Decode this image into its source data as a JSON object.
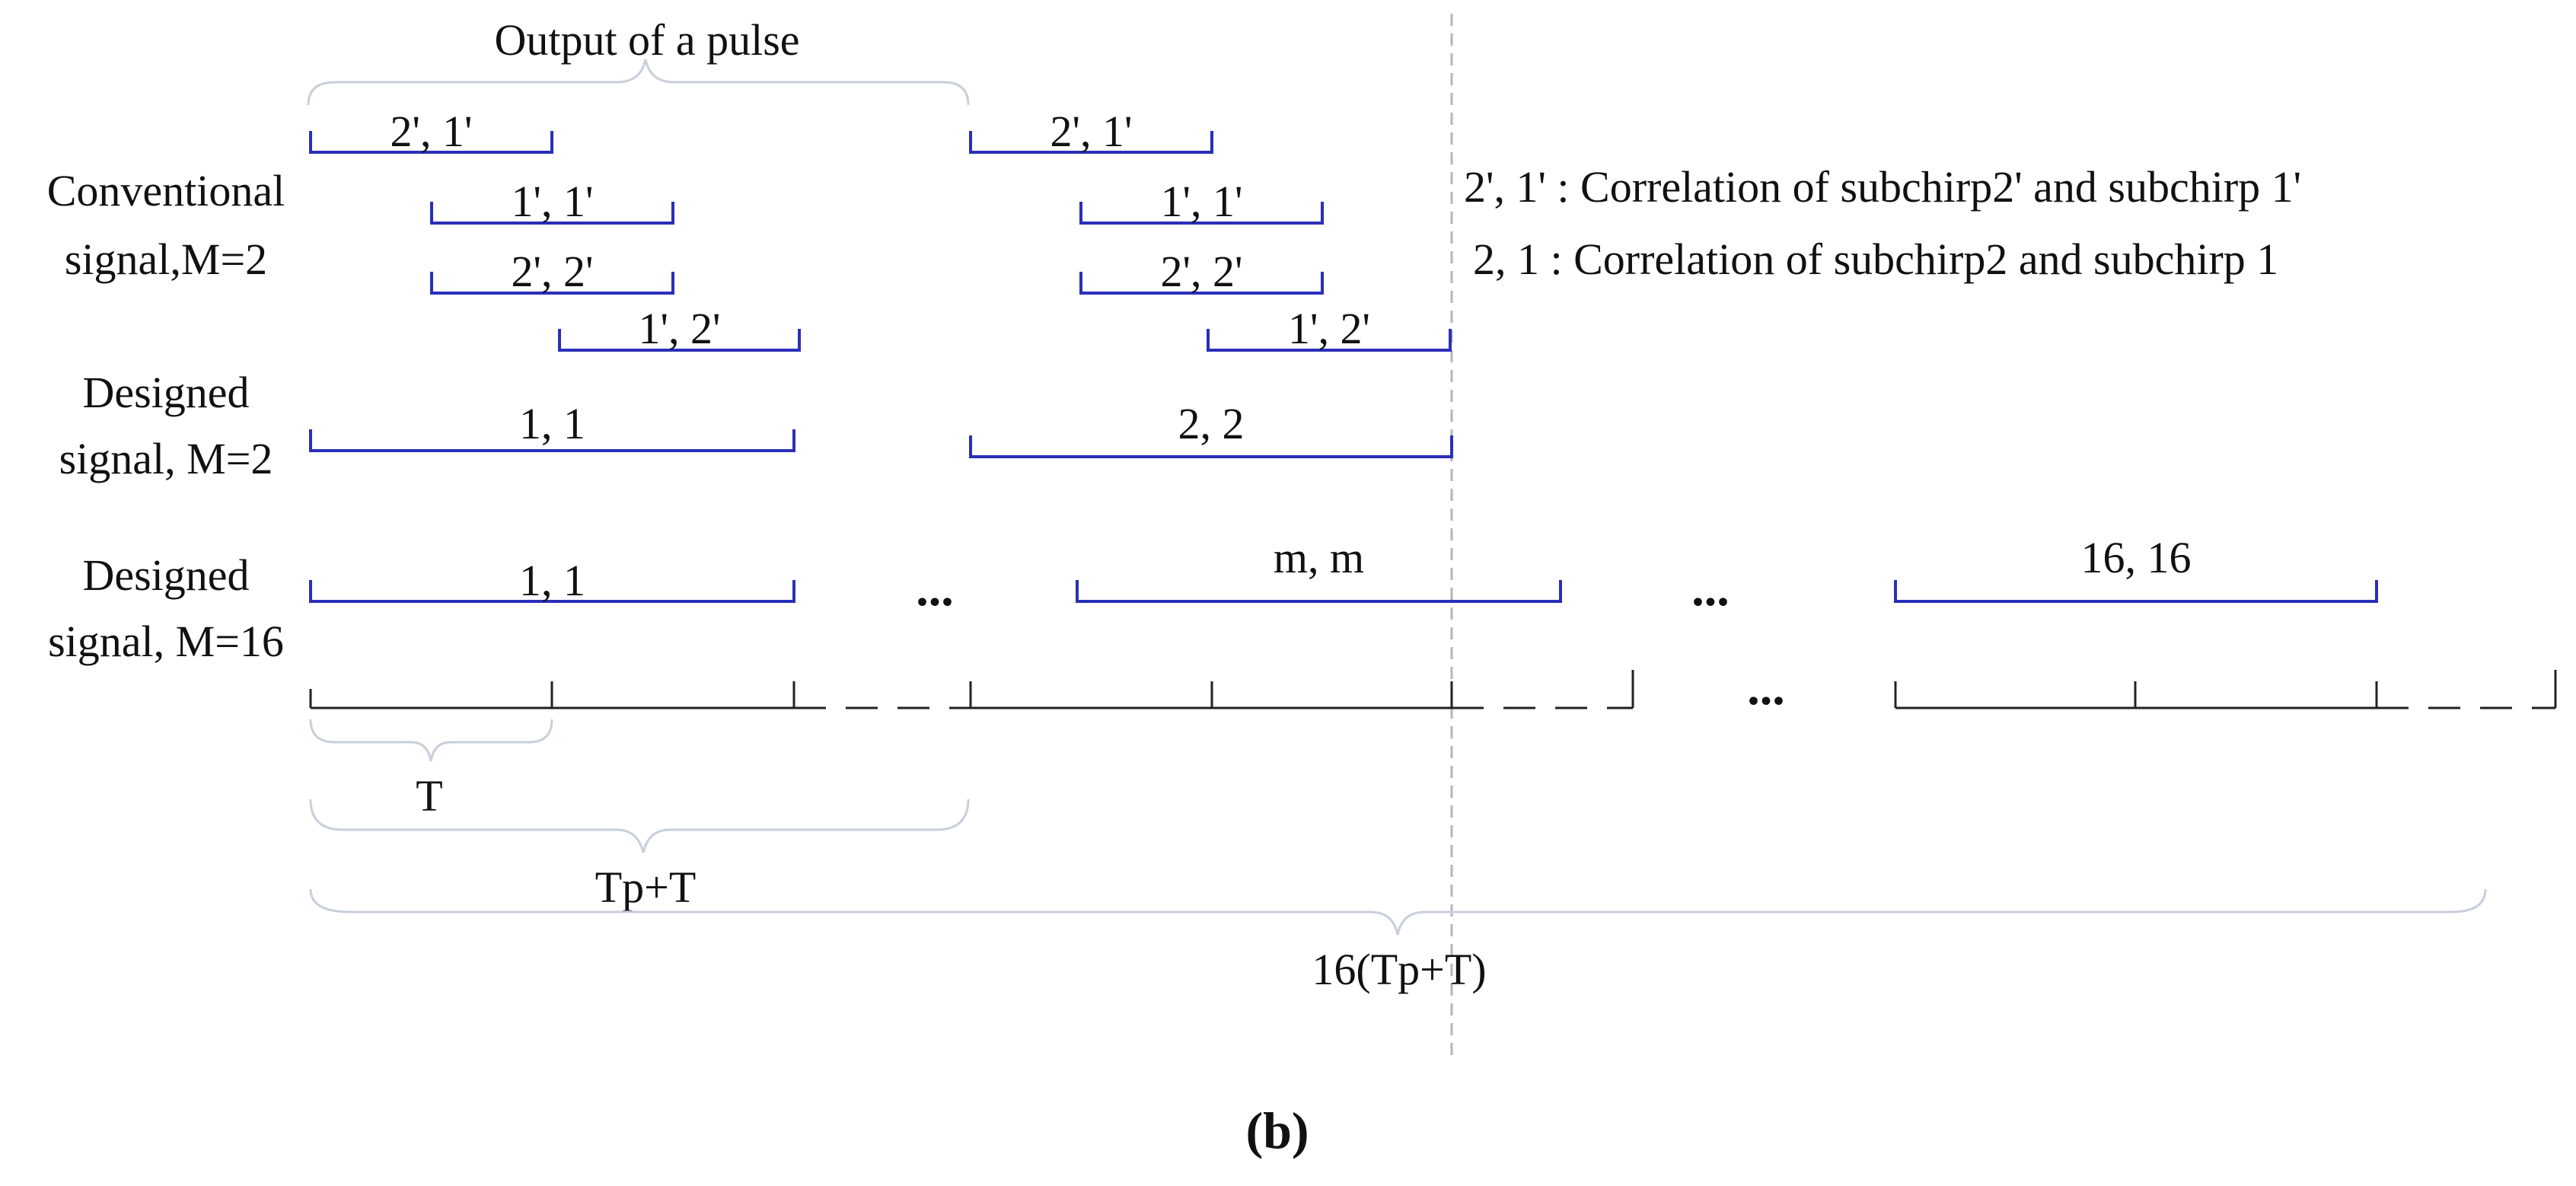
{
  "colors": {
    "bracket": "#2a2fb8",
    "axis": "#222222",
    "brace": "#c8cfdc",
    "guide": "#b5b5b5",
    "text": "#111111"
  },
  "labels": {
    "output_of_pulse": "Output of a pulse",
    "conventional_line1": "Conventional",
    "conventional_line2": "signal,M=2",
    "designed_m2_line1": "Designed",
    "designed_m2_line2": "signal, M=2",
    "designed_m16_line1": "Designed",
    "designed_m16_line2": "signal, M=16",
    "legend_primed": "2', 1' : Correlation of  subchirp2' and subchirp 1'",
    "legend_plain": "2, 1 : Correlation of  subchirp2 and subchirp 1",
    "T": "T",
    "Tp_plus_T": "Tp+T",
    "sixteen_Tp_plus_T": "16(Tp+T)",
    "caption": "(b)",
    "ellipsis": "..."
  },
  "brackets": {
    "conv_a_21": "2', 1'",
    "conv_a_11": "1', 1'",
    "conv_a_22": "2', 2'",
    "conv_a_12": "1', 2'",
    "conv_b_21": "2', 1'",
    "conv_b_11": "1', 1'",
    "conv_b_22": "2', 2'",
    "conv_b_12": "1', 2'",
    "des2_a": "1, 1",
    "des2_b": "2, 2",
    "des16_a": "1, 1",
    "des16_m": "m, m",
    "des16_last": "16, 16"
  }
}
